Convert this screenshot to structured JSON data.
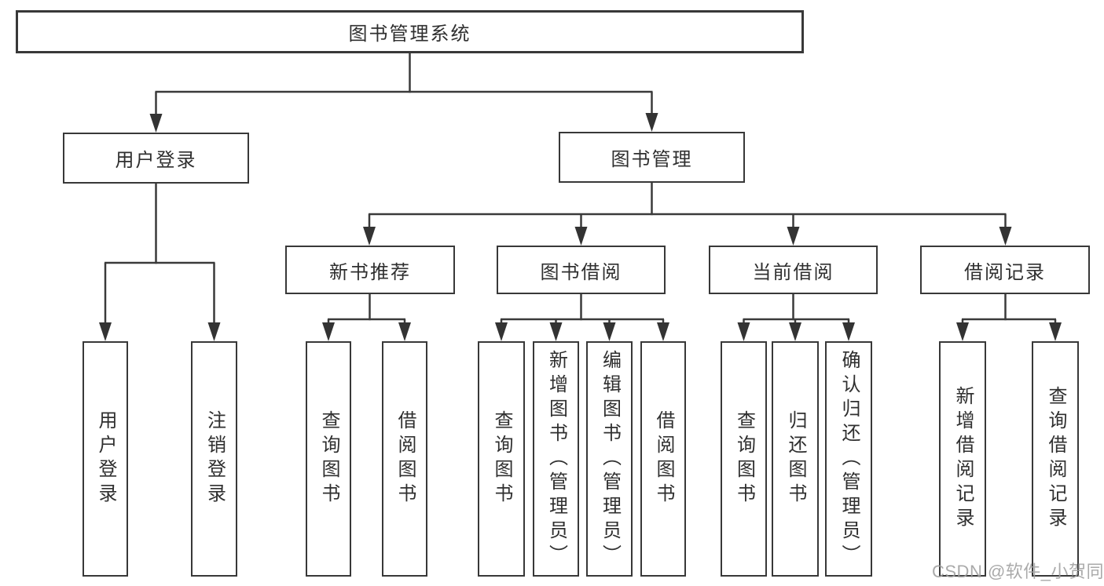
{
  "watermark": {
    "text": "CSDN @软件_小贺同学"
  },
  "colors": {
    "line": "#3a3a3a",
    "box_border": "#383838",
    "text": "#2f2f2f",
    "watermark": "#9e9e9e",
    "background": "#ffffff"
  },
  "tree": {
    "root": {
      "label": "图书管理系统"
    },
    "branches": [
      {
        "label": "用户登录",
        "children": [
          {
            "label": "用户登录"
          },
          {
            "label": "注销登录"
          }
        ]
      },
      {
        "label": "图书管理",
        "children": [
          {
            "label": "新书推荐",
            "children": [
              {
                "label": "查询图书"
              },
              {
                "label": "借阅图书"
              }
            ]
          },
          {
            "label": "图书借阅",
            "children": [
              {
                "label": "查询图书"
              },
              {
                "label": "新增图书（管理员）"
              },
              {
                "label": "编辑图书（管理员）"
              },
              {
                "label": "借阅图书"
              }
            ]
          },
          {
            "label": "当前借阅",
            "children": [
              {
                "label": "查询图书"
              },
              {
                "label": "归还图书"
              },
              {
                "label": "确认归还（管理员）"
              }
            ]
          },
          {
            "label": "借阅记录",
            "children": [
              {
                "label": "新增借阅记录"
              },
              {
                "label": "查询借阅记录"
              }
            ]
          }
        ]
      }
    ]
  }
}
